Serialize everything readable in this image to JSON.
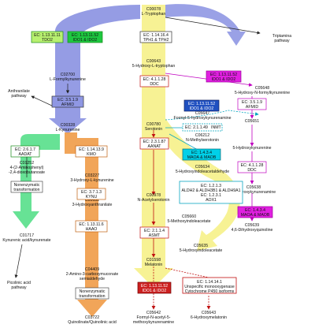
{
  "nodes": {
    "trp": {
      "id": "C00078",
      "name": "L-Tryptophan"
    },
    "formylkyn": {
      "id": "C02700",
      "name": "L-Formylkynurenine"
    },
    "htp": {
      "id": "C00643",
      "name": "5-Hydroxy-L-tryptophan"
    },
    "hnfk": {
      "id": "C05648",
      "name": "5-Hydroxy-N-formylkynurenine"
    },
    "fhk": {
      "id": "C05647",
      "name": "Formyl-5-hydroxykynurenamine"
    },
    "kyn": {
      "id": "C00328",
      "name": "L-Kynurenine"
    },
    "ser": {
      "id": "C00780",
      "name": "Serotonin"
    },
    "nms": {
      "id": "C06212",
      "name": "N-Methylserotonin"
    },
    "hk": {
      "id": "C05651",
      "name": "5-Hydroxykynurenine"
    },
    "hia": {
      "id": "C05634",
      "name": "5-Hydroxyindoleacetaldehyde"
    },
    "aminophenyl": {
      "id": "C01252",
      "name1": "4-(2-Aminophenyl)",
      "name2": "-2,4-dioxobutanoate"
    },
    "hkyn3": {
      "id": "C03227",
      "name": "3-Hydroxy-L-kynurenine"
    },
    "nas": {
      "id": "C00978",
      "name": "N-Acetylserotonin"
    },
    "hkyna": {
      "id": "C05638",
      "name": "5-Hydroxykynurenamine"
    },
    "dhq": {
      "id": "C05639",
      "name": "4,6-Dihydroxyquinoline"
    },
    "hanth": {
      "id": "C00632",
      "name": "3-Hydroxyanthranilate"
    },
    "mia": {
      "id": "C05660",
      "name": "5-Methoxyindoleacetate"
    },
    "hiaa": {
      "id": "C05635",
      "name": "5-Hydroxyindoleacetate"
    },
    "kynurenic": {
      "id": "C01717",
      "name": "Kynurenic acid/kynurenate"
    },
    "melatonin": {
      "id": "C01598",
      "name": "Melatonin"
    },
    "amino": {
      "id": "C04409",
      "name1": "2-Amino-3-carboxymuconate",
      "name2": "semialdehyde"
    },
    "quinolinic": {
      "id": "C03722",
      "name": "Quinolinate/Quinolinic acid"
    },
    "afmk": {
      "id": "C05642",
      "name1": "Formyl-N-acetyl-5-",
      "name2": "methoxykynurenamine"
    },
    "hmel": {
      "id": "C05643",
      "name": "6-Hydroxymelatonin"
    }
  },
  "enzymes": {
    "tdo": {
      "ec": "EC: 1.13.11.11",
      "name": "TDO2"
    },
    "tph": {
      "ec": "EC: 1.13.11.52",
      "name": "IDO1 & IDO2"
    },
    "tph2": {
      "ec": "EC: 1.14.16.4",
      "name": "TPH1 & TPH2"
    },
    "afmid1": {
      "ec": "EC: 3.5.1.9",
      "name": "AFMID"
    },
    "ido_right": {
      "ec": "EC: 1.13.11.52",
      "name": "IDO1 & IDO2"
    },
    "ddc1": {
      "ec": "EC: 4.1.1.28",
      "name": "DDC"
    },
    "ido_blue": {
      "ec": "EC: 1.13.11.52",
      "name": "IDO1 & IDO2"
    },
    "inmt": {
      "ec": "EC: 2.1.1.49",
      "name": "INMT"
    },
    "afmid2": {
      "ec": "EC: 3.5.1.9",
      "name": "AFMID"
    },
    "kat": {
      "ec": "EC: 2.6.1.7",
      "name": "AADAT"
    },
    "kmo": {
      "ec": "EC: 1.14.13.9",
      "name": "KMO"
    },
    "maoa1": {
      "ec": "EC: 1.4.3.4",
      "name": "MAOA & MAOB"
    },
    "aanat": {
      "ec": "EC: 2.3.1.87",
      "name": "AANAT"
    },
    "ddc2": {
      "ec": "EC: 4.1.1.28",
      "name": "DDC"
    },
    "kynu": {
      "ec": "EC: 3.7.1.3",
      "name": "KYNU"
    },
    "aldh": {
      "ec": "EC: 1.2.1.3",
      "name": "ALDH2 & ALDH3B1 & ALDH9A1",
      "ec2": "EC: 1.2.3.1",
      "name2": "AOX1"
    },
    "maoa2": {
      "ec": "EC: 1.4.3.4",
      "name": "MAOA & MAOB"
    },
    "haao": {
      "ec": "EC: 1.13.11.6",
      "name": "HAAO"
    },
    "asmt": {
      "ec": "EC: 2.1.1.4",
      "name": "ASMT"
    },
    "ido_red": {
      "ec": "EC: 1.13.11.52",
      "name": "IDO1 & IDO2"
    },
    "cyp": {
      "ec": "EC: 1.14.14.1",
      "name1": "Unspecific monooxygenase",
      "name2": "Cytochrome P450 isoforms"
    }
  },
  "labels": {
    "triptamina": [
      "Triptamina",
      "pathway"
    ],
    "anthranilate": [
      "Anthranilate",
      "pathway"
    ],
    "picolinic": [
      "Picolinic acid",
      "pathway"
    ],
    "nonenz1": [
      "Nonenzymatic",
      "transformation"
    ],
    "nonenz2": [
      "Nonenzymatic",
      "transformation"
    ]
  },
  "colors": {
    "blue_arrow": "#8f97e3",
    "yellow_arrow": "#f7f18e",
    "orange_arrow": "#f0a050",
    "green_arrow": "#5fe08f",
    "magenta": "#e020e0",
    "red": "#cc2020",
    "dark_red": "#a01010",
    "light_blue": "#7ad8f0",
    "cyan": "#00bcd4",
    "green_box": "#1ec840",
    "light_green_box": "#b8f070"
  }
}
